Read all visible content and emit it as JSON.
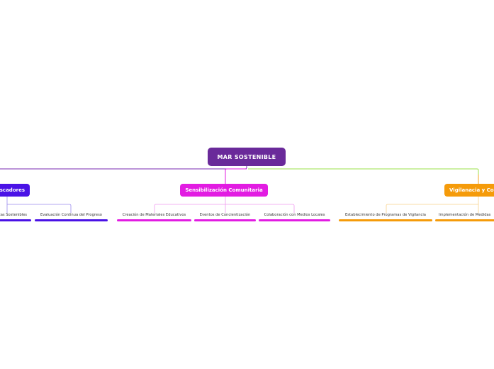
{
  "root": {
    "label": "MAR SOSTENIBLE",
    "color": "#6a2a9a"
  },
  "branches": [
    {
      "label": "Pescadores",
      "color": "#4a12e6",
      "children": [
        "Prácticas Sostenibles",
        "Evaluación Continua del Progreso"
      ]
    },
    {
      "label": "Sensibilización Comunitaria",
      "color": "#e21ce2",
      "children": [
        "Creación de Materiales Educativos",
        "Eventos de Concientización",
        "Colaboración con Medios Locales"
      ]
    },
    {
      "label": "Vigilanacia y Control",
      "color": "#f59b0a",
      "children": [
        "Establecimiento de Programas de Vigilancia",
        "Implementación de Medidas"
      ]
    }
  ]
}
